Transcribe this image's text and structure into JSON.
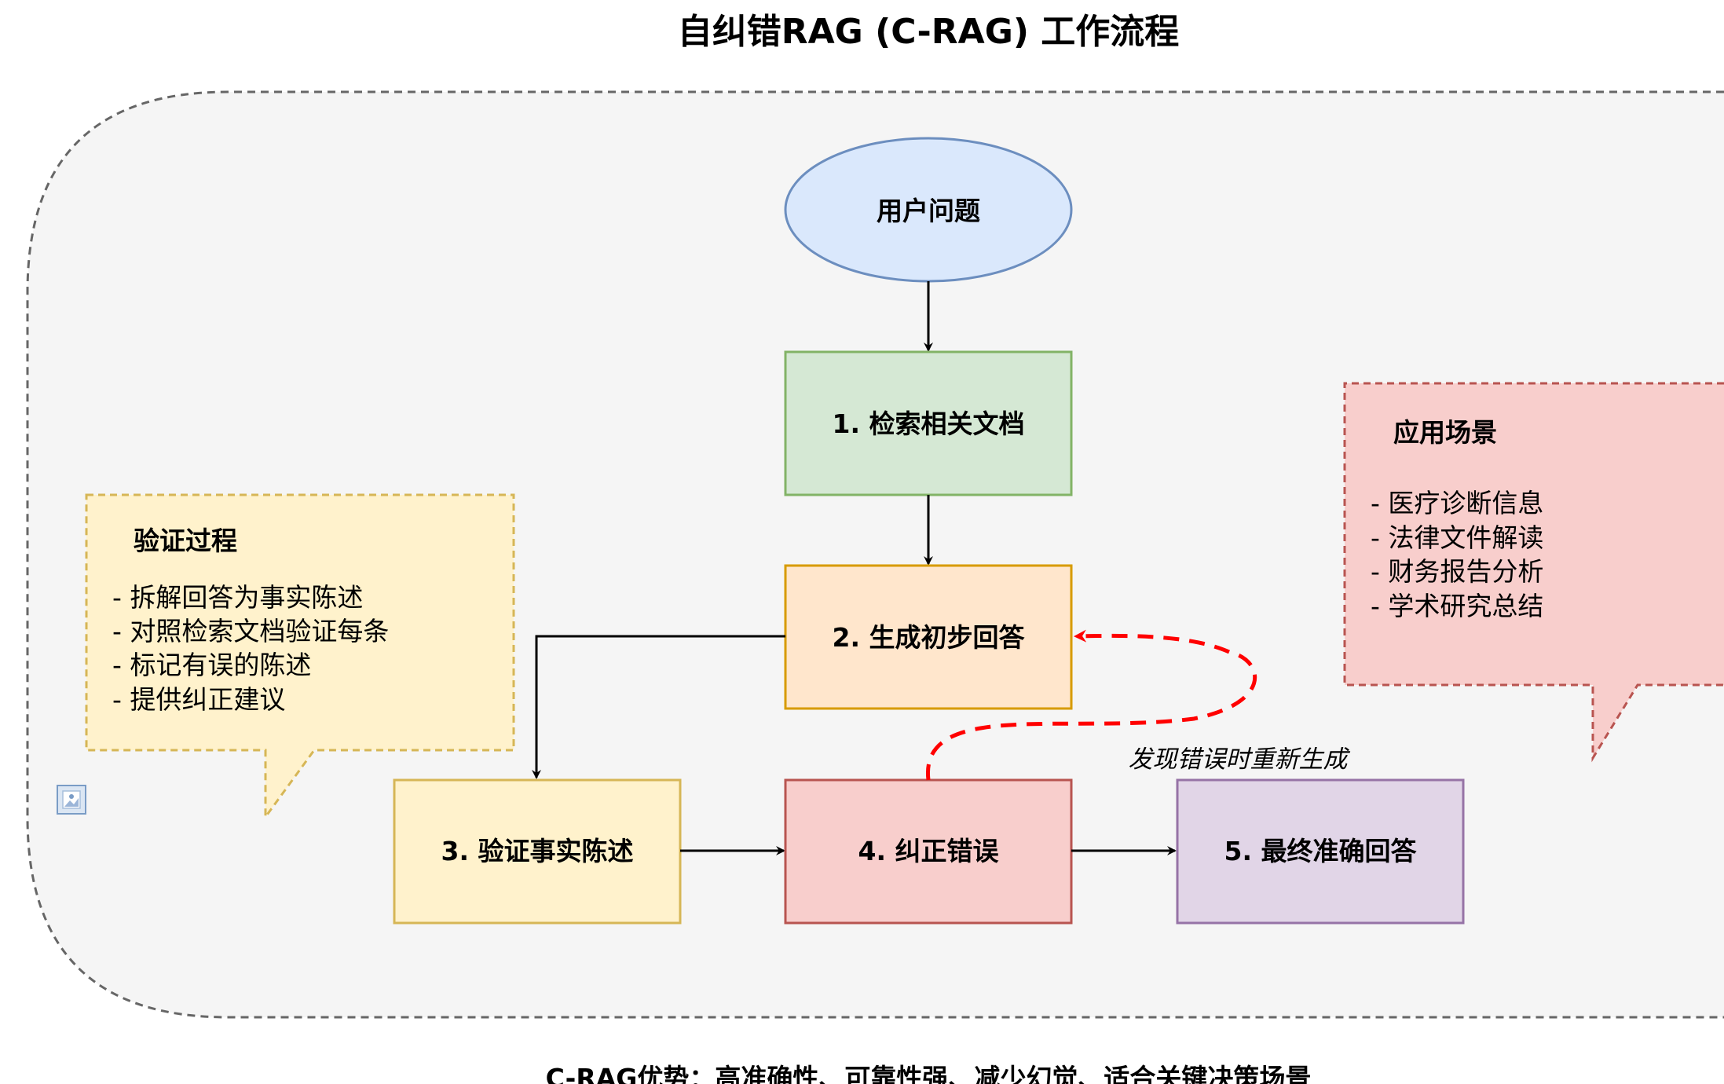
{
  "title": "自纠错RAG (C-RAG) 工作流程",
  "nodes": {
    "user_question": "用户问题",
    "step1": "1. 检索相关文档",
    "step2": "2. 生成初步回答",
    "step3": "3. 验证事实陈述",
    "step4": "4. 纠正错误",
    "step5": "5. 最终准确回答"
  },
  "loop_label": "发现错误时重新生成",
  "verification_note": {
    "title": "验证过程",
    "items": [
      "- 拆解回答为事实陈述",
      "- 对照检索文档验证每条",
      "- 标记有误的陈述",
      "- 提供纠正建议"
    ]
  },
  "application_note": {
    "title": "应用场景",
    "items": [
      "- 医疗诊断信息",
      "- 法律文件解读",
      "- 财务报告分析",
      "- 学术研究总结"
    ]
  },
  "footer": "C-RAG优势：高准确性、可靠性强、减少幻觉、适合关键决策场景",
  "colors": {
    "ellipse_fill": "#dae8fc",
    "ellipse_stroke": "#6c8ebf",
    "step1_fill": "#d5e8d4",
    "step1_stroke": "#82b366",
    "step2_fill": "#ffe6cc",
    "step2_stroke": "#d79b00",
    "step3_fill": "#fff2cc",
    "step3_stroke": "#d6b656",
    "step4_fill": "#f8cecc",
    "step4_stroke": "#b85450",
    "step5_fill": "#e1d5e7",
    "step5_stroke": "#9673a6",
    "loop_arrow": "#ff0000"
  }
}
